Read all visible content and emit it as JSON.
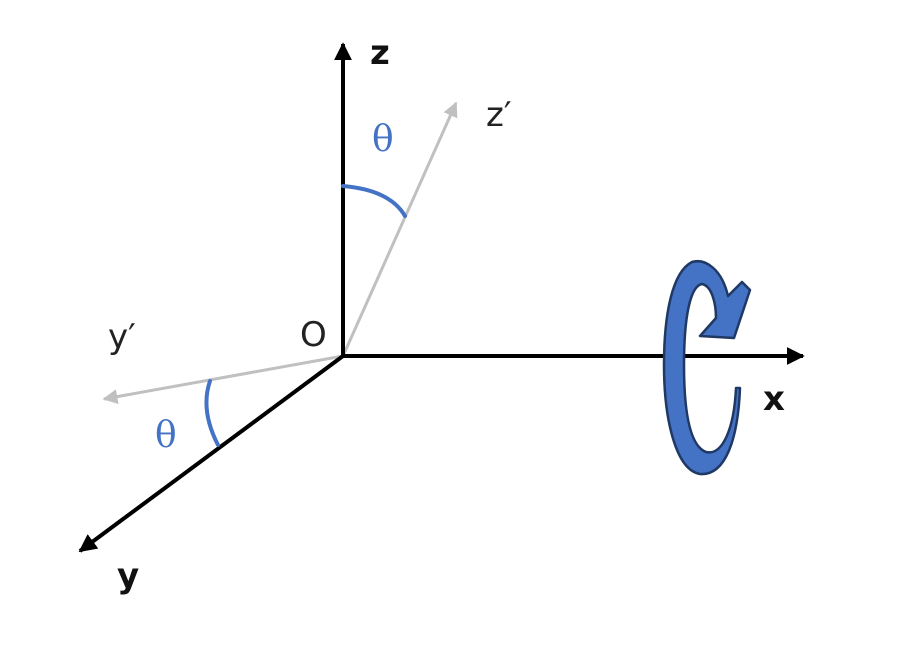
{
  "labels": {
    "z": "z",
    "z_prime": "z′",
    "y": "y",
    "y_prime": "y′",
    "x": "x",
    "origin": "O",
    "theta_top": "θ",
    "theta_left": "θ"
  },
  "colors": {
    "axis": "#000000",
    "rotated_axis": "#c0c0c0",
    "angle_arc": "#4472c4",
    "rotation_arrow_fill": "#4472c4",
    "rotation_arrow_stroke": "#1f3864"
  },
  "icons": {
    "rotation": "curved-rotation-arrow-icon"
  }
}
